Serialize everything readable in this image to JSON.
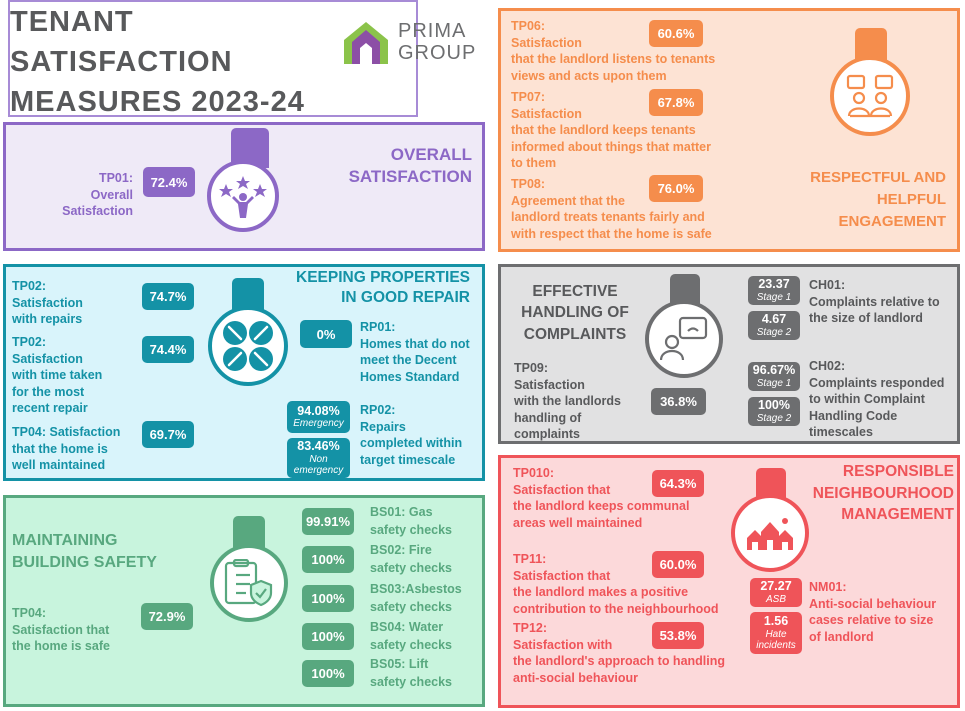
{
  "header": {
    "title_lines": [
      "TENANT",
      "SATISFACTION",
      "MEASURES 2023-24"
    ],
    "logo_text_1": "PRIMA",
    "logo_text_2": "GROUP"
  },
  "colors": {
    "purple": "#8c68c6",
    "orange": "#f58d4c",
    "teal": "#1492a6",
    "grey": "#6d6e70",
    "red": "#ef5459",
    "green": "#58a87f"
  },
  "overall": {
    "title_lines": [
      "OVERALL",
      "SATISFACTION"
    ],
    "tp01_label_lines": [
      "TP01:",
      "Overall",
      "Satisfaction"
    ],
    "tp01_value": "72.4%"
  },
  "engagement": {
    "title_lines": [
      "RESPECTFUL AND",
      "HELPFUL",
      "ENGAGEMENT"
    ],
    "tp06_label_lines": [
      "TP06:",
      "Satisfaction",
      "that the landlord listens to tenants",
      "views and acts upon them"
    ],
    "tp06_value": "60.6%",
    "tp07_label_lines": [
      "TP07:",
      "Satisfaction",
      "that the landlord keeps tenants",
      "informed about things that matter",
      "to them"
    ],
    "tp07_value": "67.8%",
    "tp08_label_lines": [
      "TP08:",
      "Agreement that the",
      "landlord treats tenants fairly and",
      "with respect that the home is safe"
    ],
    "tp08_value": "76.0%"
  },
  "repair": {
    "title_lines": [
      "KEEPING PROPERTIES",
      "IN GOOD REPAIR"
    ],
    "tp02_label_lines": [
      "TP02:",
      "Satisfaction",
      "with repairs"
    ],
    "tp02_value": "74.7%",
    "tp03_label_lines": [
      "TP02:",
      "Satisfaction",
      "with time taken",
      "for the most",
      "recent repair"
    ],
    "tp03_value": "74.4%",
    "tp04_label_lines": [
      "TP04: Satisfaction",
      "that the home is",
      "well maintained"
    ],
    "tp04_value": "69.7%",
    "rp01_label_lines": [
      "RP01:",
      "Homes that do not",
      "meet the Decent",
      "Homes Standard"
    ],
    "rp01_value": "0%",
    "rp02_label_lines": [
      "RP02:",
      "Repairs",
      "completed within",
      "target timescale"
    ],
    "rp02_emergency_value": "94.08%",
    "rp02_emergency_label": "Emergency",
    "rp02_non_value": "83.46%",
    "rp02_non_label_lines": [
      "Non",
      "emergency"
    ]
  },
  "complaints": {
    "title_lines": [
      "EFFECTIVE",
      "HANDLING OF",
      "COMPLAINTS"
    ],
    "tp09_label_lines": [
      "TP09:",
      "Satisfaction",
      "with the landlords",
      "handling of",
      "complaints"
    ],
    "tp09_value": "36.8%",
    "ch01_s1_value": "23.37",
    "ch01_s1_label": "Stage 1",
    "ch01_s2_value": "4.67",
    "ch01_s2_label": "Stage 2",
    "ch01_label_lines": [
      "CH01:",
      "Complaints relative to",
      "the size of landlord"
    ],
    "ch02_s1_value": "96.67%",
    "ch02_s1_label": "Stage 1",
    "ch02_s2_value": "100%",
    "ch02_s2_label": "Stage 2",
    "ch02_label_lines": [
      "CH02:",
      "Complaints responded",
      "to within Complaint",
      "Handling Code",
      "timescales"
    ]
  },
  "safety": {
    "title_lines": [
      "MAINTAINING",
      "BUILDING SAFETY"
    ],
    "tp04_label_lines": [
      "TP04:",
      "Satisfaction that",
      "the home is safe"
    ],
    "tp04_value": "72.9%",
    "bs": [
      {
        "value": "99.91%",
        "label_lines": [
          "BS01: Gas",
          "safety checks"
        ]
      },
      {
        "value": "100%",
        "label_lines": [
          "BS02: Fire",
          "safety checks"
        ]
      },
      {
        "value": "100%",
        "label_lines": [
          "BS03:Asbestos",
          "safety checks"
        ]
      },
      {
        "value": "100%",
        "label_lines": [
          "BS04: Water",
          "safety checks"
        ]
      },
      {
        "value": "100%",
        "label_lines": [
          "BS05: Lift",
          "safety checks"
        ]
      }
    ]
  },
  "neighbourhood": {
    "title_lines": [
      "RESPONSIBLE",
      "NEIGHBOURHOOD",
      "MANAGEMENT"
    ],
    "tp10_label_lines": [
      "TP010:",
      "Satisfaction that",
      "the landlord keeps communal",
      "areas well maintained"
    ],
    "tp10_value": "64.3%",
    "tp11_label_lines": [
      "TP11:",
      "Satisfaction that",
      "the landlord makes a positive",
      "contribution to the neighbourhood"
    ],
    "tp11_value": "60.0%",
    "tp12_label_lines": [
      "TP12:",
      "Satisfaction with",
      "the landlord's approach to handling",
      "anti-social behaviour"
    ],
    "tp12_value": "53.8%",
    "nm01_asb_value": "27.27",
    "nm01_asb_label": "ASB",
    "nm01_hate_value": "1.56",
    "nm01_hate_label_lines": [
      "Hate",
      "incidents"
    ],
    "nm01_label_lines": [
      "NM01:",
      "Anti-social behaviour",
      "cases relative to size",
      "of landlord"
    ]
  }
}
